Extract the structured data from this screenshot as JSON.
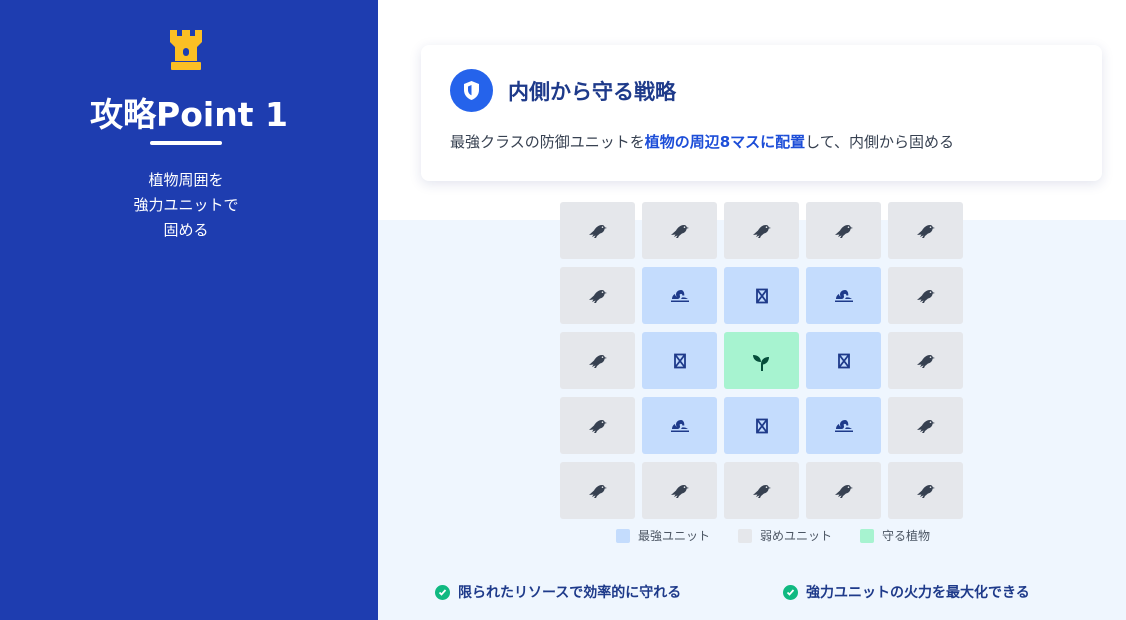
{
  "sidebar": {
    "icon": "tower-icon",
    "title": "攻略Point 1",
    "subtitle_lines": [
      "植物周囲を",
      "強力ユニットで",
      "固める"
    ],
    "accent_color": "#1e3db0",
    "icon_color": "#fbbf24"
  },
  "card": {
    "icon": "shield-icon",
    "title": "内側から守る戦略",
    "text_before": "最強クラスの防御ユニットを",
    "text_highlight": "植物の周辺8マスに配置",
    "text_after": "して、内側から固める"
  },
  "grid": {
    "rows": [
      [
        "weak-crow",
        "weak-crow",
        "weak-crow",
        "weak-crow",
        "weak-crow"
      ],
      [
        "weak-crow",
        "strong-wave",
        "strong-box",
        "strong-wave",
        "weak-crow"
      ],
      [
        "weak-crow",
        "strong-box",
        "plant-sprout",
        "strong-box",
        "weak-crow"
      ],
      [
        "weak-crow",
        "strong-wave",
        "strong-box",
        "strong-wave",
        "weak-crow"
      ],
      [
        "weak-crow",
        "weak-crow",
        "weak-crow",
        "weak-crow",
        "weak-crow"
      ]
    ]
  },
  "legend": {
    "strong": "最強ユニット",
    "weak": "弱めユニット",
    "plant": "守る植物",
    "colors": {
      "strong": "#c4dcfd",
      "weak": "#e5e7eb",
      "plant": "#a7f3d0"
    }
  },
  "points": [
    "限られたリソースで効率的に守れる",
    "強力ユニットの火力を最大化できる"
  ]
}
